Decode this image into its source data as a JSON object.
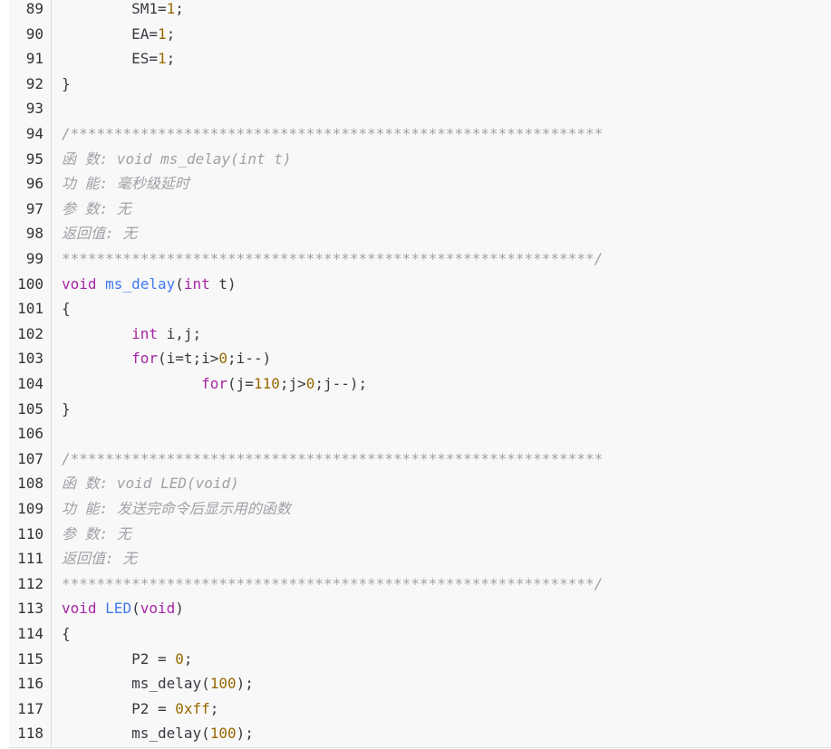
{
  "code_block": {
    "lines": [
      {
        "n": "89",
        "tokens": [
          {
            "t": "        SM1=",
            "c": "pl"
          },
          {
            "t": "1",
            "c": "num"
          },
          {
            "t": ";",
            "c": "pl"
          }
        ]
      },
      {
        "n": "90",
        "tokens": [
          {
            "t": "        EA=",
            "c": "pl"
          },
          {
            "t": "1",
            "c": "num"
          },
          {
            "t": ";",
            "c": "pl"
          }
        ]
      },
      {
        "n": "91",
        "tokens": [
          {
            "t": "        ES=",
            "c": "pl"
          },
          {
            "t": "1",
            "c": "num"
          },
          {
            "t": ";",
            "c": "pl"
          }
        ]
      },
      {
        "n": "92",
        "tokens": [
          {
            "t": "}",
            "c": "pl"
          }
        ]
      },
      {
        "n": "93",
        "tokens": []
      },
      {
        "n": "94",
        "tokens": [
          {
            "t": "/*************************************************************",
            "c": "cm"
          }
        ]
      },
      {
        "n": "95",
        "tokens": [
          {
            "t": "函 数: void ms_delay(int t)",
            "c": "cm"
          }
        ]
      },
      {
        "n": "96",
        "tokens": [
          {
            "t": "功 能: 毫秒级延时",
            "c": "cm"
          }
        ]
      },
      {
        "n": "97",
        "tokens": [
          {
            "t": "参 数: 无",
            "c": "cm"
          }
        ]
      },
      {
        "n": "98",
        "tokens": [
          {
            "t": "返回值: 无",
            "c": "cm"
          }
        ]
      },
      {
        "n": "99",
        "tokens": [
          {
            "t": "*************************************************************/",
            "c": "cm"
          }
        ]
      },
      {
        "n": "100",
        "tokens": [
          {
            "t": "void",
            "c": "kw"
          },
          {
            "t": " ",
            "c": "pl"
          },
          {
            "t": "ms_delay",
            "c": "fn"
          },
          {
            "t": "(",
            "c": "pl"
          },
          {
            "t": "int",
            "c": "kw"
          },
          {
            "t": " t)",
            "c": "pl"
          }
        ]
      },
      {
        "n": "101",
        "tokens": [
          {
            "t": "{",
            "c": "pl"
          }
        ]
      },
      {
        "n": "102",
        "tokens": [
          {
            "t": "        ",
            "c": "pl"
          },
          {
            "t": "int",
            "c": "kw"
          },
          {
            "t": " i,j;",
            "c": "pl"
          }
        ]
      },
      {
        "n": "103",
        "tokens": [
          {
            "t": "        ",
            "c": "pl"
          },
          {
            "t": "for",
            "c": "kw"
          },
          {
            "t": "(i=t;i>",
            "c": "pl"
          },
          {
            "t": "0",
            "c": "num"
          },
          {
            "t": ";i--)",
            "c": "pl"
          }
        ]
      },
      {
        "n": "104",
        "tokens": [
          {
            "t": "                ",
            "c": "pl"
          },
          {
            "t": "for",
            "c": "kw"
          },
          {
            "t": "(j=",
            "c": "pl"
          },
          {
            "t": "110",
            "c": "num"
          },
          {
            "t": ";j>",
            "c": "pl"
          },
          {
            "t": "0",
            "c": "num"
          },
          {
            "t": ";j--);",
            "c": "pl"
          }
        ]
      },
      {
        "n": "105",
        "tokens": [
          {
            "t": "}",
            "c": "pl"
          }
        ]
      },
      {
        "n": "106",
        "tokens": []
      },
      {
        "n": "107",
        "tokens": [
          {
            "t": "/*************************************************************",
            "c": "cm"
          }
        ]
      },
      {
        "n": "108",
        "tokens": [
          {
            "t": "函 数: void LED(void)",
            "c": "cm"
          }
        ]
      },
      {
        "n": "109",
        "tokens": [
          {
            "t": "功 能: 发送完命令后显示用的函数",
            "c": "cm"
          }
        ]
      },
      {
        "n": "110",
        "tokens": [
          {
            "t": "参 数: 无",
            "c": "cm"
          }
        ]
      },
      {
        "n": "111",
        "tokens": [
          {
            "t": "返回值: 无",
            "c": "cm"
          }
        ]
      },
      {
        "n": "112",
        "tokens": [
          {
            "t": "*************************************************************/",
            "c": "cm"
          }
        ]
      },
      {
        "n": "113",
        "tokens": [
          {
            "t": "void",
            "c": "kw"
          },
          {
            "t": " ",
            "c": "pl"
          },
          {
            "t": "LED",
            "c": "fn"
          },
          {
            "t": "(",
            "c": "pl"
          },
          {
            "t": "void",
            "c": "kw"
          },
          {
            "t": ")",
            "c": "pl"
          }
        ]
      },
      {
        "n": "114",
        "tokens": [
          {
            "t": "{",
            "c": "pl"
          }
        ]
      },
      {
        "n": "115",
        "tokens": [
          {
            "t": "        P2 = ",
            "c": "pl"
          },
          {
            "t": "0",
            "c": "num"
          },
          {
            "t": ";",
            "c": "pl"
          }
        ]
      },
      {
        "n": "116",
        "tokens": [
          {
            "t": "        ms_delay(",
            "c": "pl"
          },
          {
            "t": "100",
            "c": "num"
          },
          {
            "t": ");",
            "c": "pl"
          }
        ]
      },
      {
        "n": "117",
        "tokens": [
          {
            "t": "        P2 = ",
            "c": "pl"
          },
          {
            "t": "0xff",
            "c": "num"
          },
          {
            "t": ";",
            "c": "pl"
          }
        ]
      },
      {
        "n": "118",
        "tokens": [
          {
            "t": "        ms_delay(",
            "c": "pl"
          },
          {
            "t": "100",
            "c": "num"
          },
          {
            "t": ");",
            "c": "pl"
          }
        ]
      }
    ]
  },
  "colors": {
    "background": "#f8f8f8",
    "keyword": "#a626a4",
    "function": "#4078f2",
    "number": "#986801",
    "comment": "#a0a1a7",
    "text": "#383a42"
  }
}
